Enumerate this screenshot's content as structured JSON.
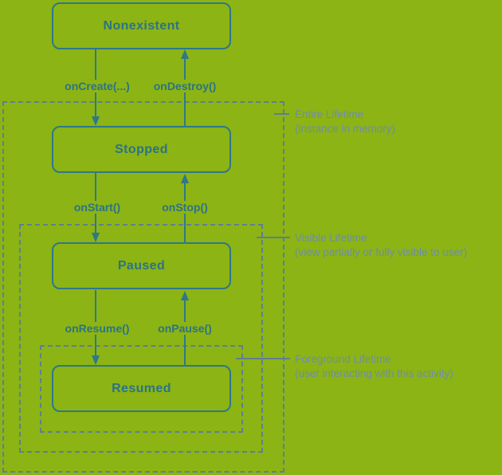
{
  "diagram": {
    "title": "activity-lifecycle-state-diagram",
    "states": [
      {
        "label": "Nonexistent"
      },
      {
        "label": "Stopped"
      },
      {
        "label": "Paused"
      },
      {
        "label": "Resumed"
      }
    ],
    "transitions": [
      {
        "label": "onCreate(...)",
        "direction": "down"
      },
      {
        "label": "onDestroy()",
        "direction": "up"
      },
      {
        "label": "onStart()",
        "direction": "down"
      },
      {
        "label": "onStop()",
        "direction": "up"
      },
      {
        "label": "onResume()",
        "direction": "down"
      },
      {
        "label": "onPause()",
        "direction": "up"
      }
    ],
    "lifetimes": [
      {
        "title": "Entire Lifetime",
        "subtitle": "(instance in memory)"
      },
      {
        "title": "Visible Lifetime",
        "subtitle": "(view partially or fully visible to user)"
      },
      {
        "title": "Foreground Lifetime",
        "subtitle": "(user interacting with this activity)"
      }
    ],
    "colors": {
      "background": "#8cb414",
      "state_stroke": "#2e7889",
      "state_text": "#2c7387",
      "dashed_stroke": "#5f7e93",
      "annotation_text": "#6e8da8"
    }
  }
}
